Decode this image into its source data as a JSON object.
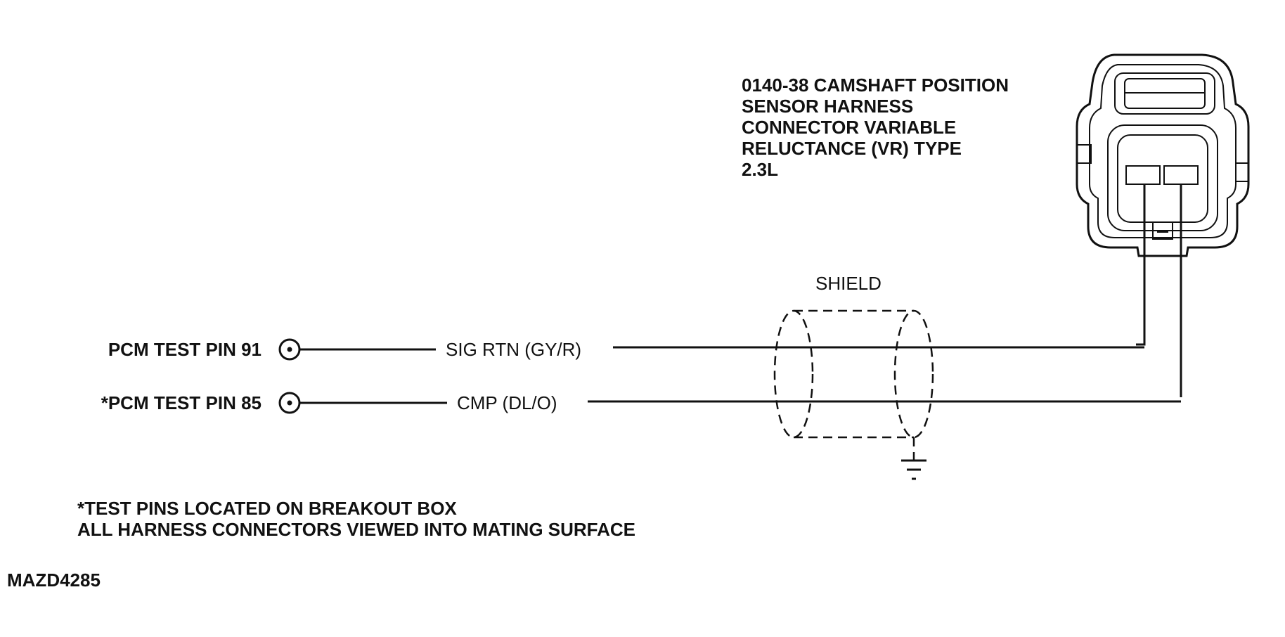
{
  "connector": {
    "title_lines": [
      "0140-38 CAMSHAFT POSITION",
      "SENSOR HARNESS",
      "CONNECTOR VARIABLE",
      "RELUCTANCE (VR) TYPE",
      "2.3L"
    ]
  },
  "shield_label": "SHIELD",
  "pins": [
    {
      "label": "PCM TEST PIN 91",
      "wire": "SIG RTN (GY/R)"
    },
    {
      "label": "*PCM TEST PIN 85",
      "wire": "CMP (DL/O)"
    }
  ],
  "notes": [
    "*TEST PINS LOCATED ON BREAKOUT BOX",
    "ALL HARNESS CONNECTORS VIEWED INTO MATING SURFACE"
  ],
  "figure_id": "MAZD4285"
}
